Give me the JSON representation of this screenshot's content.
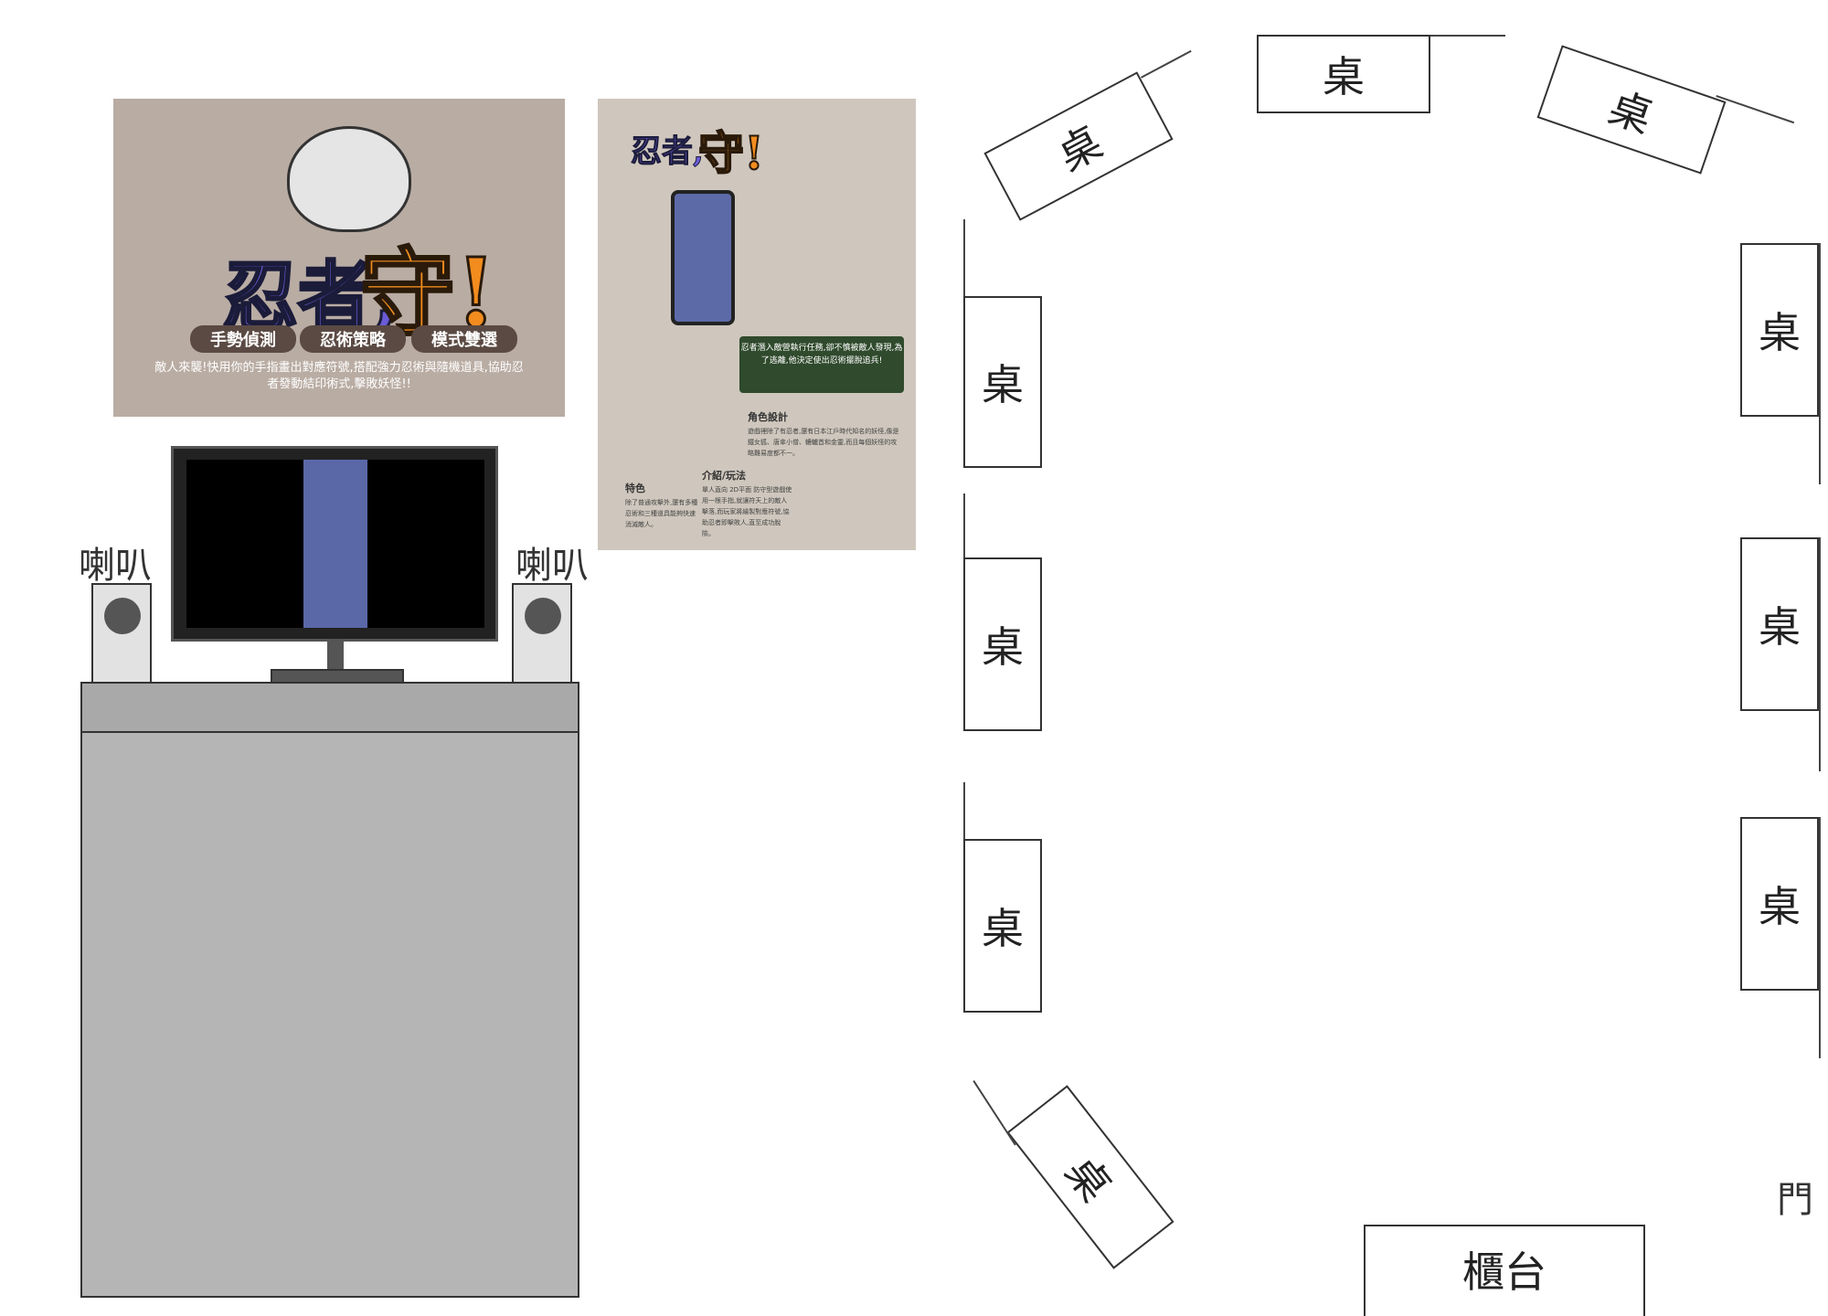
{
  "labels": {
    "desk": "桌",
    "speaker": "喇叭",
    "door": "門",
    "counter": "櫃台"
  },
  "banner": {
    "title_part1": "忍者,",
    "title_part2": "守!",
    "features": [
      "手勢偵測",
      "忍術策略",
      "模式雙選"
    ],
    "description": "敵人來襲!快用你的手指畫出對應符號,搭配強力忍術與隨機道具,協助忍者發動結印術式,擊敗妖怪!!"
  },
  "poster": {
    "title_part1": "忍者,",
    "title_part2": "守!",
    "scroll_text": "忍者潛入敵營執行任務,卻不慎被敵人發現,為了逃離,他決定使出忍術擺脫追兵!",
    "section_character": "角色設計",
    "section_character_text": "遊戲裡除了有忍者,還有日本江戶時代知名的妖怪,像是鐵女狐、唐傘小僧、轆轤首和金靈,而且每個妖怪的攻略難易度都不一。",
    "section_features": "特色",
    "section_features_text": "除了普通攻擊外,還有多種忍術和三種道具能夠快速消滅敵人。",
    "section_intro": "介紹/玩法",
    "section_intro_text": "單人直向 2D平面 防守型遊戲使用一根手指,就讓符天上的敵人擊落,而玩家將繪製對應符號,協助忍者即擊敗人,直至成功脫險。"
  }
}
